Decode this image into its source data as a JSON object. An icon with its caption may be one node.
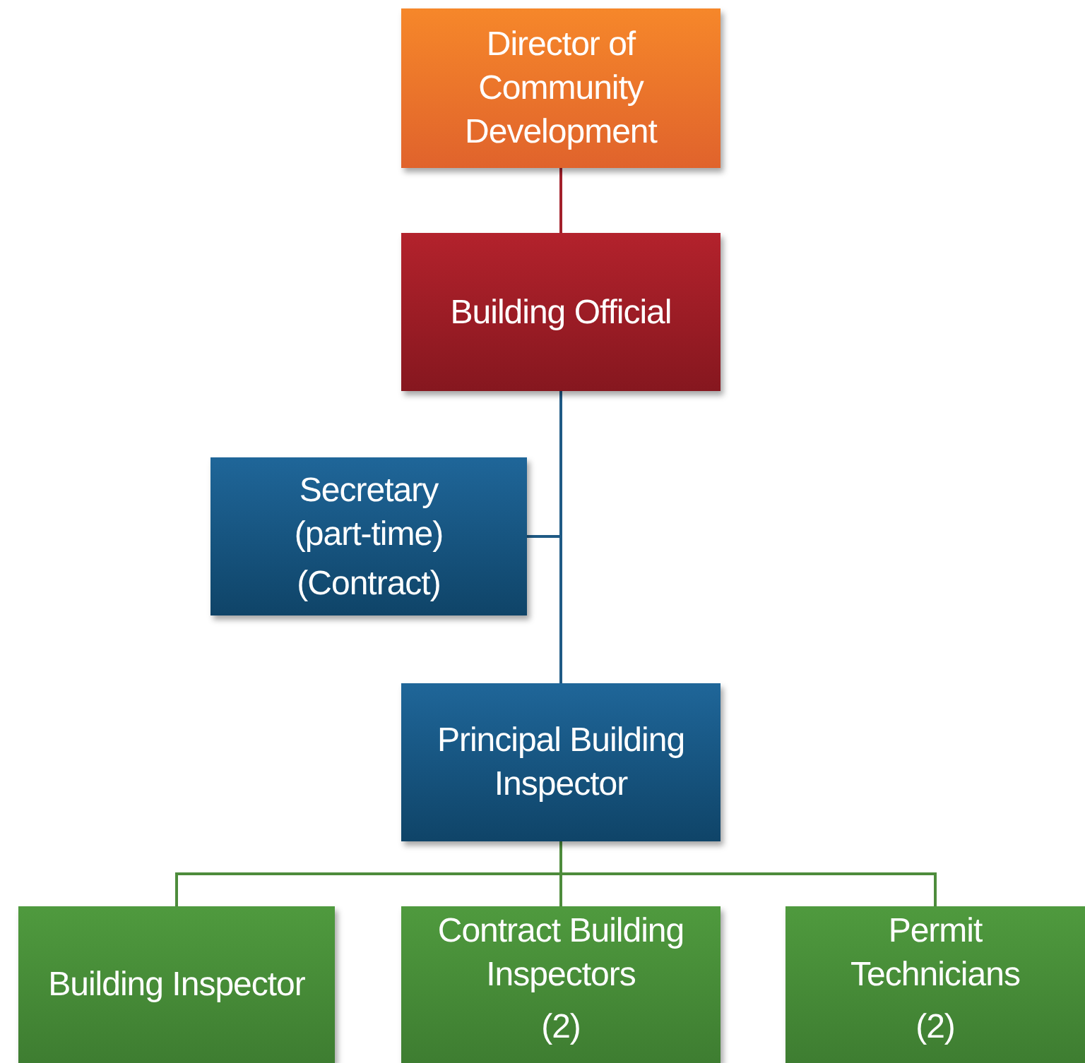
{
  "diagram": {
    "nodes": [
      {
        "text": [
          "Director of Community Development"
        ]
      },
      {
        "text": [
          "Building Official"
        ]
      },
      {
        "text": [
          "Secretary (part-time)",
          "(Contract)"
        ]
      },
      {
        "text": [
          "Principal Building Inspector"
        ]
      },
      {
        "text": [
          "Building Inspector"
        ]
      },
      {
        "text": [
          "Contract Building Inspectors",
          "(2)"
        ]
      },
      {
        "text": [
          "Permit Technicians",
          "(2)"
        ]
      }
    ],
    "edges": [
      {
        "from": 0,
        "to": 1,
        "arrow": "none",
        "color": "#a3202b"
      },
      {
        "from": 1,
        "to": 2,
        "arrow": "none",
        "color": "#1f5a85"
      },
      {
        "from": 1,
        "to": 3,
        "arrow": "none",
        "color": "#1f5a85"
      },
      {
        "from": 3,
        "to": 4,
        "arrow": "none",
        "color": "#4e8c3c"
      },
      {
        "from": 3,
        "to": 5,
        "arrow": "none",
        "color": "#4e8c3c"
      },
      {
        "from": 3,
        "to": 6,
        "arrow": "none",
        "color": "#4e8c3c"
      }
    ]
  }
}
